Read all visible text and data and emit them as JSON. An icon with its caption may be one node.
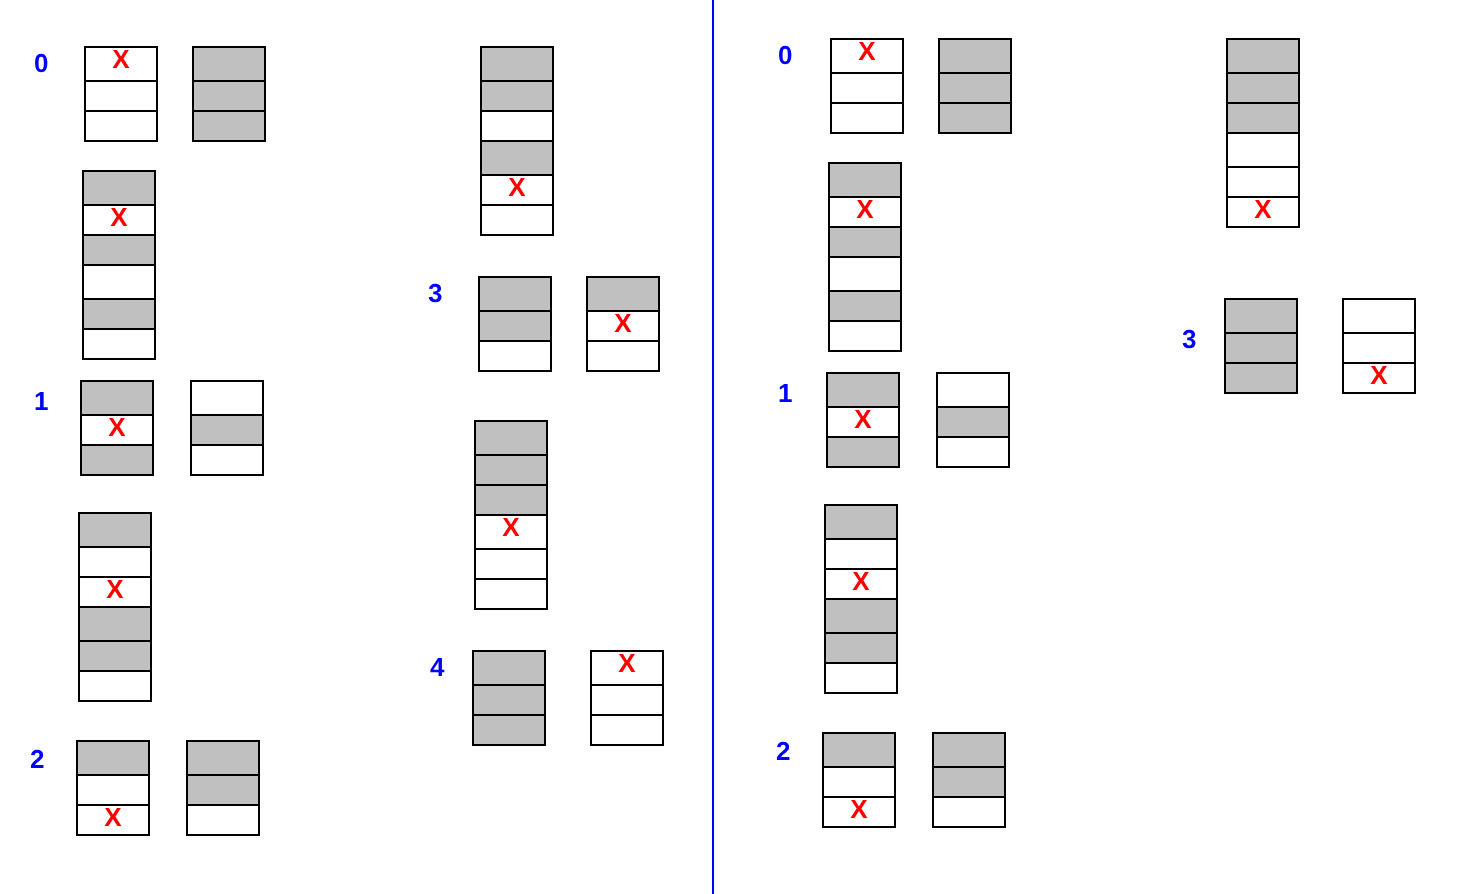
{
  "diagram": {
    "nodes": [
      {
        "text": [
          "X"
        ]
      },
      {
        "text": [],
        "shape": "box"
      },
      {
        "text": [
          "X"
        ]
      },
      {
        "text": [
          "X"
        ]
      },
      {
        "text": [],
        "shape": "box"
      },
      {
        "text": [
          "X"
        ]
      },
      {
        "text": [
          "X"
        ]
      },
      {
        "text": [],
        "shape": "box"
      },
      {
        "text": [
          "X"
        ]
      },
      {
        "text": [],
        "shape": "box"
      },
      {
        "text": [
          "X"
        ]
      },
      {
        "text": [
          "X"
        ]
      },
      {
        "text": [],
        "shape": "box"
      },
      {
        "text": [
          "X"
        ]
      },
      {
        "text": [
          "X"
        ]
      },
      {
        "text": [],
        "shape": "box"
      },
      {
        "text": [
          "X"
        ]
      },
      {
        "text": [
          "X"
        ]
      },
      {
        "text": [],
        "shape": "box"
      },
      {
        "text": [
          "X"
        ]
      },
      {
        "text": [
          "X"
        ]
      },
      {
        "text": [],
        "shape": "box"
      },
      {
        "text": [
          "X"
        ]
      },
      {
        "text": [],
        "shape": "box"
      },
      {
        "text": [
          "X"
        ]
      }
    ],
    "labels": [
      "0",
      "1",
      "2",
      "3",
      "4",
      "0",
      "1",
      "2",
      "3"
    ]
  }
}
